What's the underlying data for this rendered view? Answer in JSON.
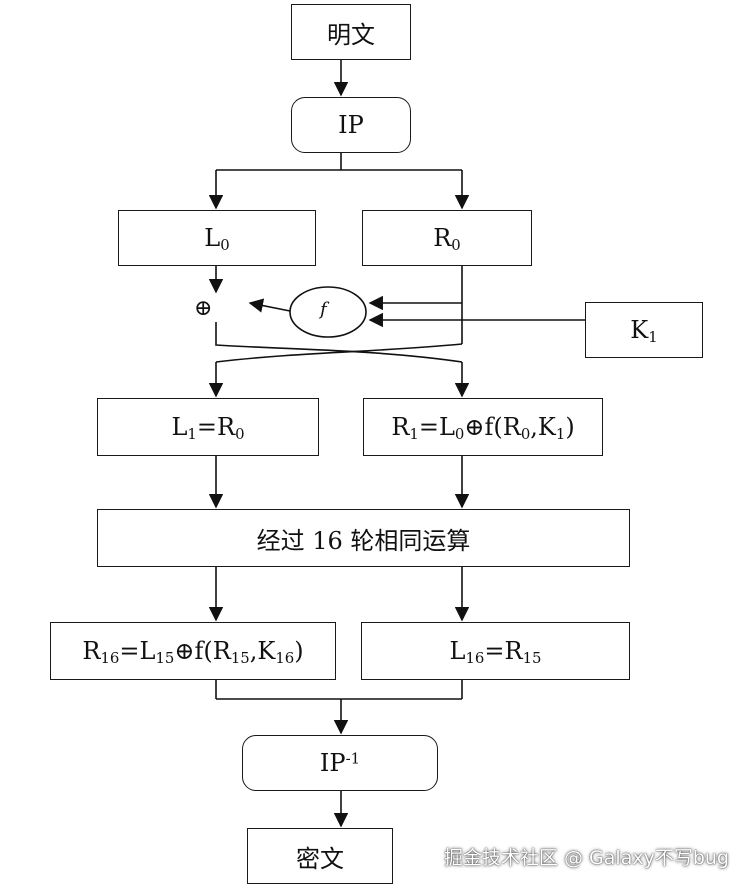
{
  "nodes": {
    "plaintext": "明文",
    "ip": "IP",
    "l0": {
      "base": "L",
      "sub": "0"
    },
    "r0": {
      "base": "R",
      "sub": "0"
    },
    "k1": {
      "base": "K",
      "sub": "1"
    },
    "f": "f",
    "xor_symbol": "⊕",
    "l1": {
      "pre": "L",
      "pre_sub": "1",
      "mid": "=R",
      "mid_sub": "0"
    },
    "r1": {
      "a": "R",
      "a_sub": "1",
      "b": "=L",
      "b_sub": "0",
      "c": "⊕f(R",
      "c_sub": "0",
      "d": ",K",
      "d_sub": "1",
      "e": ")"
    },
    "rounds": "经过 16 轮相同运算",
    "r16": {
      "a": "R",
      "a_sub": "16",
      "b": "=L",
      "b_sub": "15",
      "c": "⊕f(R",
      "c_sub": "15",
      "d": ",K",
      "d_sub": "16",
      "e": ")"
    },
    "l16": {
      "a": "L",
      "a_sub": "16",
      "b": "=R",
      "b_sub": "15"
    },
    "ip_inv": {
      "base": "IP",
      "sup": "-1"
    },
    "ciphertext": "密文"
  },
  "watermark": "掘金技术社区 @ Galaxy不写bug"
}
